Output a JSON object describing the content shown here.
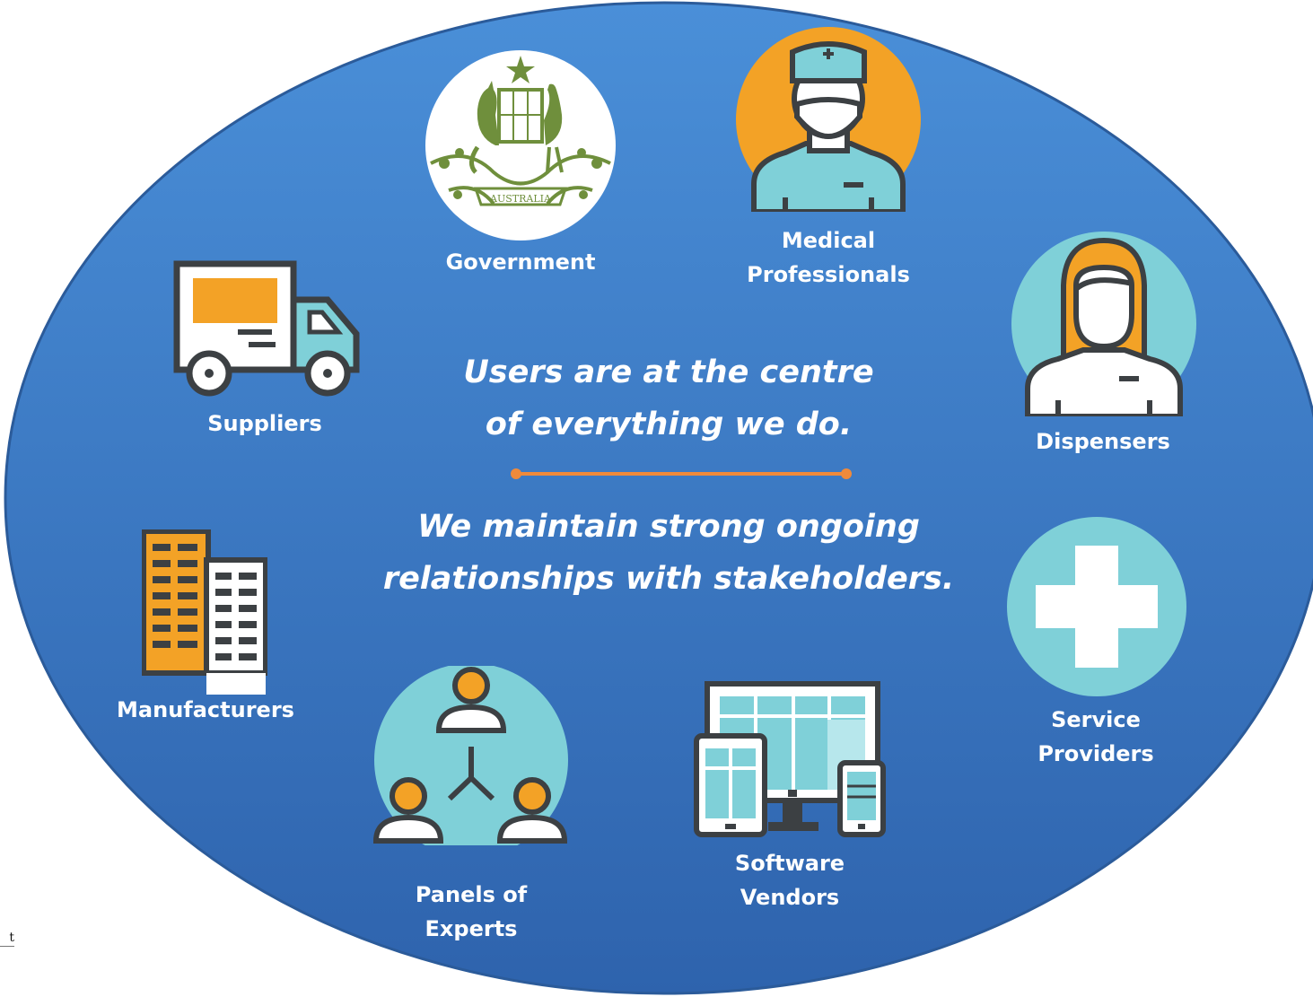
{
  "colors": {
    "ellipse_top": "#4a8fd8",
    "ellipse_bottom": "#2e63ad",
    "orange": "#f3a226",
    "teal": "#7fd0d8",
    "dark": "#3c4043",
    "divider": "#f08a3a",
    "emblem_green": "#6f8f3c"
  },
  "center": {
    "line1": "Users are at the centre\nof everything we do.",
    "line2": "We maintain strong ongoing\nrelationships with stakeholders."
  },
  "stakeholders": {
    "government": {
      "label": "Government",
      "icon": "coat-of-arms-emblem",
      "emblem_text": "AUSTRALIA"
    },
    "medical": {
      "label": "Medical\nProfessionals",
      "icon": "doctor-icon"
    },
    "dispensers": {
      "label": "Dispensers",
      "icon": "dispenser-person-icon"
    },
    "suppliers": {
      "label": "Suppliers",
      "icon": "truck-icon"
    },
    "manufacturers": {
      "label": "Manufacturers",
      "icon": "buildings-icon"
    },
    "service": {
      "label": "Service\nProviders",
      "icon": "medical-cross-icon"
    },
    "panels": {
      "label": "Panels of\nExperts",
      "icon": "network-people-icon"
    },
    "software": {
      "label": "Software\nVendors",
      "icon": "devices-icon"
    }
  },
  "corner_text": "t"
}
